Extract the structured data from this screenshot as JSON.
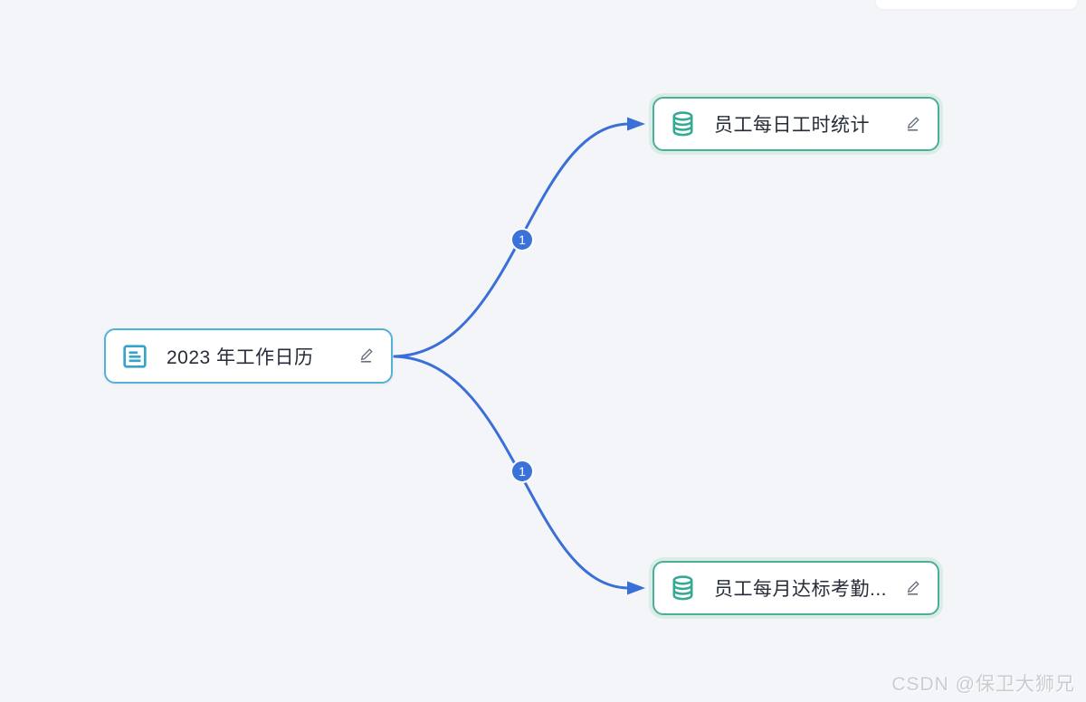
{
  "canvas": {
    "background": "#f4f5f8"
  },
  "nodes": {
    "root": {
      "label": "2023 年工作日历",
      "icon": "document-icon",
      "border_color": "#53b1d8",
      "icon_color": "#36a3cd"
    },
    "child_top": {
      "label": "员工每日工时统计",
      "icon": "database-icon",
      "border_color": "#4aaf97",
      "icon_color": "#35a994"
    },
    "child_bottom": {
      "label": "员工每月达标考勤...",
      "icon": "database-icon",
      "border_color": "#4aaf97",
      "icon_color": "#35a994"
    }
  },
  "edges": {
    "top": {
      "badge": "1",
      "color": "#3a6fd8"
    },
    "bottom": {
      "badge": "1",
      "color": "#3a6fd8"
    }
  },
  "colors": {
    "edge": "#3a6fd8",
    "badge_bg": "#3a72da",
    "badge_text": "#ffffff",
    "node_text": "#262d38",
    "green_halo": "#d9ede6",
    "background": "#f4f5f8"
  },
  "watermark": {
    "text": "CSDN @保卫大狮兄"
  }
}
